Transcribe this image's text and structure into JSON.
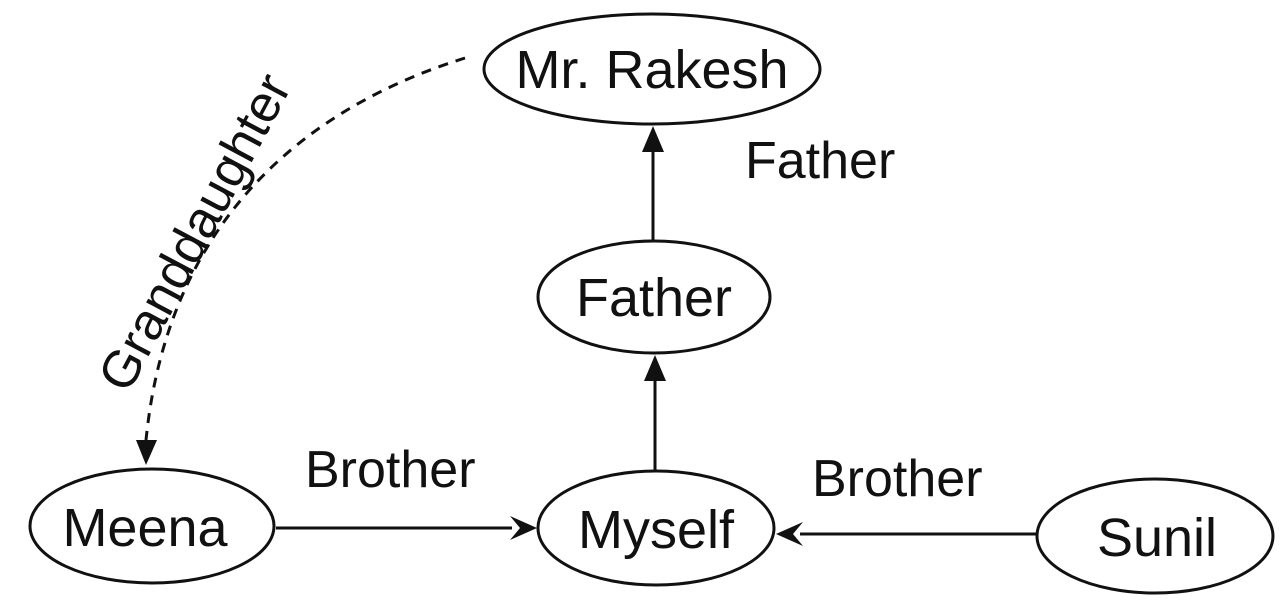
{
  "diagram": {
    "type": "family-relationship-tree",
    "nodes": [
      {
        "id": "rakesh",
        "label": "Mr. Rakesh"
      },
      {
        "id": "father",
        "label": "Father"
      },
      {
        "id": "myself",
        "label": "Myself"
      },
      {
        "id": "meena",
        "label": "Meena"
      },
      {
        "id": "sunil",
        "label": "Sunil"
      }
    ],
    "edges": [
      {
        "id": "father-to-rakesh",
        "from": "father",
        "to": "rakesh",
        "label": "Father",
        "style": "solid"
      },
      {
        "id": "myself-to-father",
        "from": "myself",
        "to": "father",
        "label": "",
        "style": "solid"
      },
      {
        "id": "meena-to-myself",
        "from": "meena",
        "to": "myself",
        "label": "Brother",
        "style": "solid"
      },
      {
        "id": "sunil-to-myself",
        "from": "sunil",
        "to": "myself",
        "label": "Brother",
        "style": "solid"
      },
      {
        "id": "rakesh-to-meena",
        "from": "rakesh",
        "to": "meena",
        "label": "Granddaughter",
        "style": "dashed"
      }
    ]
  }
}
